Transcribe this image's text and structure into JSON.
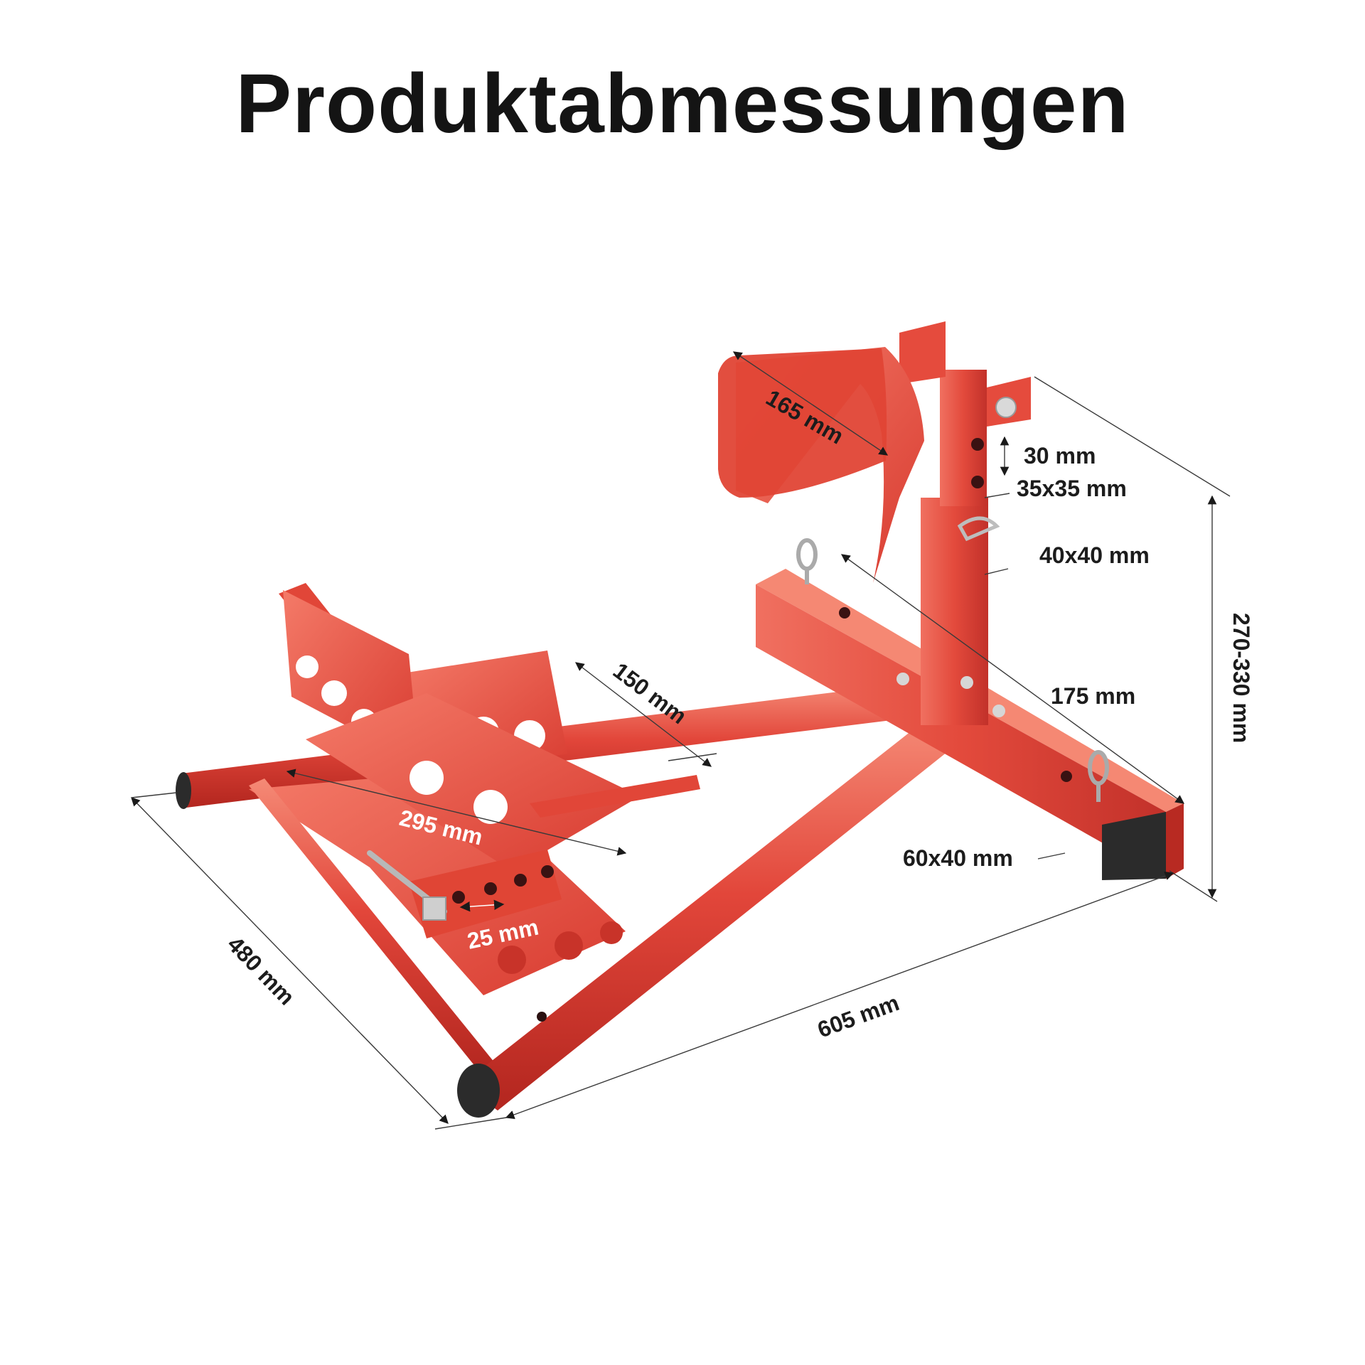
{
  "title": "Produktabmessungen",
  "colors": {
    "product_red": "#e2463a",
    "product_red_light": "#f2715f",
    "product_red_dark": "#b82a22",
    "rubber": "#2b2b2b",
    "text": "#141414"
  },
  "dimensions": {
    "wheel_guard_width": "165 mm",
    "hole_spacing": "30 mm",
    "upper_tube": "35x35 mm",
    "lower_tube": "40x40 mm",
    "height_range": "270-330 mm",
    "rear_bar_length": "175 mm",
    "clamp_width": "150 mm",
    "plate_length": "295 mm",
    "adjust_step": "25 mm",
    "rear_bar_profile": "60x40 mm",
    "overall_width": "480 mm",
    "overall_length": "605 mm"
  }
}
